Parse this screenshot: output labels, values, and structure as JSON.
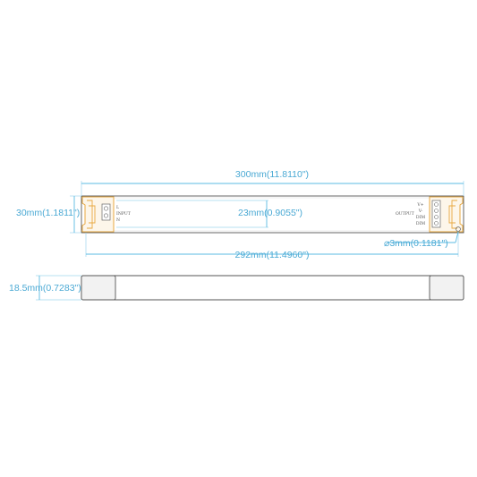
{
  "dimensions": {
    "length_total": "300mm(11.8110\")",
    "width": "30mm(1.1811\")",
    "inner_width": "23mm(0.9055\")",
    "mount_length": "292mm(11.4960\")",
    "hole": "⌀3mm(0.1181\")",
    "height": "18.5mm(0.7283\")"
  },
  "input_terminal": {
    "label": "INPUT",
    "pins": [
      "L",
      "N"
    ]
  },
  "output_terminal": {
    "label": "OUTPUT",
    "pins": [
      "V+",
      "V-",
      "DIM",
      "DIM"
    ]
  },
  "colors": {
    "dimension": "#4aa9d4",
    "terminal_bracket": "#e8a840",
    "outline": "#555555"
  }
}
